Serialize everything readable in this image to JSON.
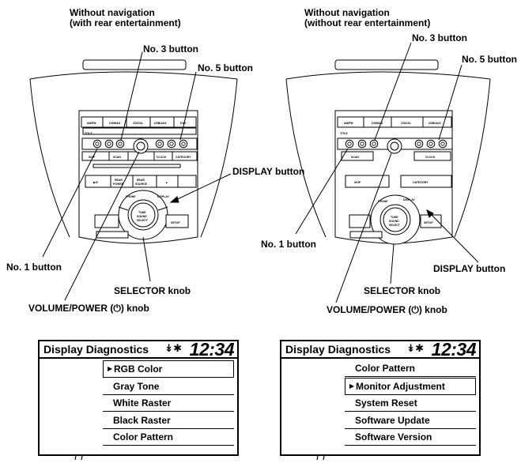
{
  "left_panel": {
    "header_line1": "Without navigation",
    "header_line2": "(with rear entertainment)",
    "labels": {
      "no3": "No. 3 button",
      "no5": "No. 5 button",
      "display": "DISPLAY button",
      "no1": "No. 1 button",
      "selector": "SELECTOR knob",
      "volume": "VOLUME/POWER (⏻) knob"
    },
    "unit_text": {
      "top_buttons": [
        "AM/FM",
        "CH/MAG",
        "CD/CSL",
        "USB/AUX",
        "DVD"
      ],
      "title": "TITLE",
      "skip": "⏮ SKIP ⏭",
      "scan": "SCAN",
      "clock": "CLOCK",
      "category": "− CATEGORY +",
      "play": "▶/II",
      "rear_power": "REAR POWER",
      "rear_source": "REAR SOURCE",
      "eject": "▲",
      "phone": "PHONE",
      "display": "DISPLAY",
      "setup": "SETUP",
      "tune": "TUNE SOUND SELECT"
    }
  },
  "right_panel": {
    "header_line1": "Without navigation",
    "header_line2": "(without rear entertainment)",
    "labels": {
      "no3": "No. 3 button",
      "no5": "No. 5 button",
      "no1": "No. 1 button",
      "display": "DISPLAY button",
      "selector": "SELECTOR knob",
      "volume": "VOLUME/POWER (⏻) knob"
    },
    "unit_text": {
      "top_buttons": [
        "AM/FM",
        "CH/MAG",
        "CD/CSL",
        "USB/AUX"
      ],
      "title": "TITLE",
      "scan": "SCAN",
      "clock": "CLOCK",
      "skip": "⏮ SKIP ⏭",
      "category": "− CATEGORY +",
      "phone": "PHONE",
      "display": "DISPLAY",
      "setup": "SETUP",
      "tune": "TUNE SOUND SELECT"
    }
  },
  "screens": [
    {
      "title": "Display Diagnostics",
      "clock": "12:34",
      "items": [
        "RGB Color",
        "Gray Tone",
        "White Raster",
        "Black Raster",
        "Color Pattern"
      ],
      "selected_index": 0
    },
    {
      "title": "Display Diagnostics",
      "clock": "12:34",
      "items": [
        "Color Pattern",
        "Monitor Adjustment",
        "System Reset",
        "Software Update",
        "Software Version"
      ],
      "selected_index": 1
    }
  ]
}
